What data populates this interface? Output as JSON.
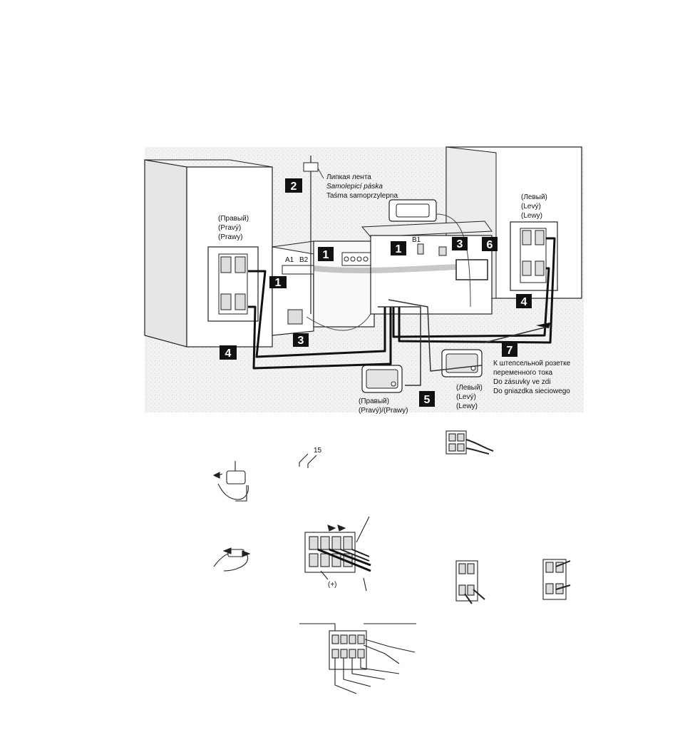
{
  "tape_label": {
    "line1": "Липкая лента",
    "line2": "Samolepicí páska",
    "line3": "Taśma samoprzylepna"
  },
  "right_speaker": {
    "line1": "(Правый)",
    "line2": "(Pravý)",
    "line3": "(Prawy)"
  },
  "left_speaker": {
    "line1": "(Левый)",
    "line2": "(Levý)",
    "line3": "(Lewy)"
  },
  "surround_right": {
    "line1": "(Правый)",
    "line2": "(Pravý)/(Prawy)"
  },
  "surround_left": {
    "line1": "(Левый)",
    "line2": "(Levý)",
    "line3": "(Lewy)"
  },
  "ac_outlet": {
    "line1": "К штепсельной розетке",
    "line2": "переменного тока",
    "line3": "Do zásuvky ve zdi",
    "line4": "Do gniazdka sieciowego"
  },
  "jack_labels": {
    "a1": "A1",
    "b2": "B2",
    "b1": "B1"
  },
  "plus_label": "(+)",
  "badges": {
    "b1_left": "1",
    "b1_center": "1",
    "b1_right": "1",
    "b2": "2",
    "b3_left": "3",
    "b3_right": "3",
    "b4_left": "4",
    "b4_right": "4",
    "b5": "5",
    "b6": "6",
    "b7": "7"
  },
  "detail_number": "15"
}
